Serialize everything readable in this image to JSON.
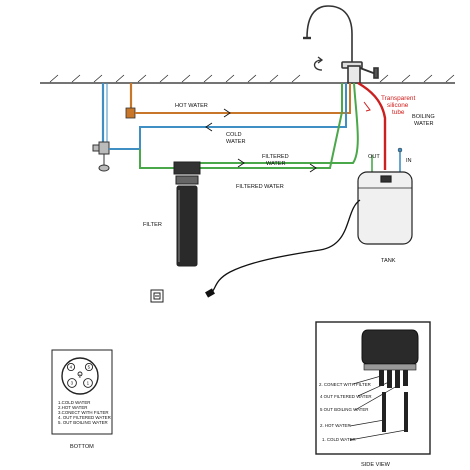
{
  "colors": {
    "hot": "#c8772a",
    "cold": "#3f8fc4",
    "filtered": "#4aa84a",
    "boiling": "#cc1f1f",
    "outline": "#222222"
  },
  "labels": {
    "hot_water": "HOT WATER",
    "cold_water_1": "COLD",
    "cold_water_2": "WATER",
    "filtered_water_1a": "FILTERED",
    "filtered_water_1b": "WATER",
    "filtered_water_2": "FILTERED  WATER",
    "transparent_1": "Transparent",
    "transparent_2": "silicone",
    "transparent_3": "tube",
    "boiling_1": "BOILING",
    "boiling_2": "WATER",
    "out": "OUT",
    "in": "IN",
    "filter": "FILTER",
    "tank": "TANK",
    "bottom": "BOTTOM",
    "side_view": "SIDE VIEW"
  },
  "bottom_view": {
    "connector_numbers": [
      "4",
      "5",
      "3",
      "2",
      "1"
    ],
    "legend": [
      "1.COLD WATER",
      "2.HOT WATER",
      "3.CONECT WITH FILTER",
      "4. OUT FILTERED WATER",
      "5.  OUT BOILING WATER"
    ]
  },
  "side_view": {
    "labels": [
      "2.  CONECT WITH FILTER",
      "4 OUT FILTERED WATER",
      "5 OUT BOILING WATER",
      "2.  HOT WATER",
      "1.   COLD WATER"
    ]
  },
  "icons": [
    "faucet-icon",
    "rotation-arrow-icon",
    "filter-cartridge-icon",
    "wall-socket-icon",
    "power-plug-icon",
    "boiler-tank-icon"
  ]
}
